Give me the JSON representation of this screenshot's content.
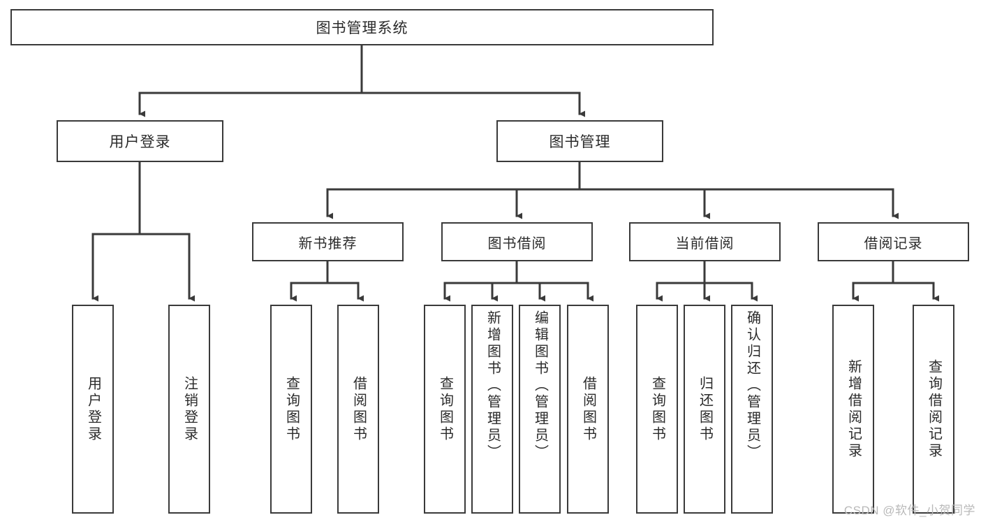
{
  "diagram": {
    "title": "图书管理系统",
    "watermark": "CSDN @软件_小贺同学",
    "colors": {
      "box_border": "#3a3a3a",
      "box_fill": "#ffffff",
      "connector": "#3a3a3a",
      "text": "#2b2b2b",
      "watermark": "#b9b9b9",
      "background": "#ffffff"
    },
    "root": {
      "label": "图书管理系统"
    },
    "level1": [
      {
        "label": "用户登录"
      },
      {
        "label": "图书管理"
      }
    ],
    "level2": [
      {
        "label": "新书推荐"
      },
      {
        "label": "图书借阅"
      },
      {
        "label": "当前借阅"
      },
      {
        "label": "借阅记录"
      }
    ],
    "leaves": {
      "user_login": [
        {
          "label": "用户登录"
        },
        {
          "label": "注销登录"
        }
      ],
      "new_book_recommend": [
        {
          "label": "查询图书"
        },
        {
          "label": "借阅图书"
        }
      ],
      "book_borrow": [
        {
          "label": "查询图书"
        },
        {
          "label": "新增图书（管理员）"
        },
        {
          "label": "编辑图书（管理员）"
        },
        {
          "label": "借阅图书"
        }
      ],
      "current_borrow": [
        {
          "label": "查询图书"
        },
        {
          "label": "归还图书"
        },
        {
          "label": "确认归还（管理员）"
        }
      ],
      "borrow_record": [
        {
          "label": "新增借阅记录"
        },
        {
          "label": "查询借阅记录"
        }
      ]
    }
  }
}
